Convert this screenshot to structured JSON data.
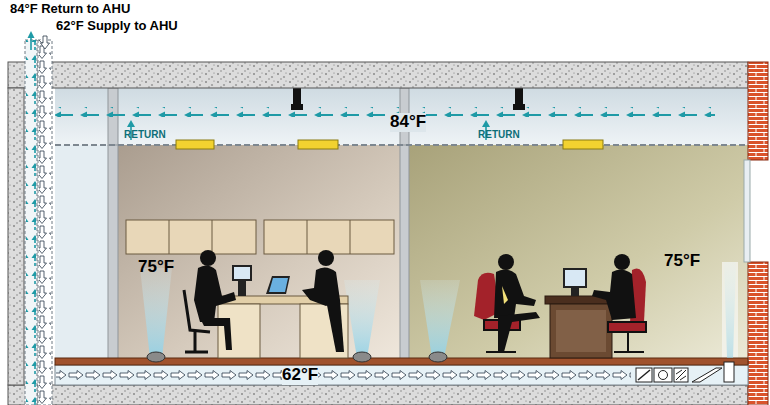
{
  "diagram": {
    "labels": [
      "84°F Return to AHU",
      "62°F Supply to AHU",
      "RETURN",
      "84°F",
      "RETURN",
      "75°F",
      "75°F",
      "62°F"
    ]
  }
}
